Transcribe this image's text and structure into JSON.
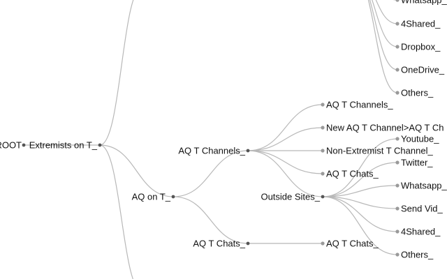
{
  "tree": {
    "root": "ROOT",
    "nodes": [
      {
        "id": "extremists",
        "label": "Extremists on T_",
        "parent": "root"
      },
      {
        "id": "top_hidden_1",
        "label": "",
        "parent": "extremists"
      },
      {
        "id": "bottom_hidden_1",
        "label": "",
        "parent": "extremists"
      },
      {
        "id": "aq_on_t",
        "label": "AQ on T_",
        "parent": "extremists"
      },
      {
        "id": "aq_t_channels",
        "label": "AQ T Channels_",
        "parent": "aq_on_t"
      },
      {
        "id": "aq_t_chats_mid",
        "label": "AQ T Chats_",
        "parent": "aq_on_t"
      },
      {
        "id": "leaf_aq_t_channels",
        "label": "AQ T Channels_",
        "parent": "aq_t_channels"
      },
      {
        "id": "leaf_new_aq",
        "label": "New AQ T Channel>AQ T Ch",
        "parent": "aq_t_channels"
      },
      {
        "id": "leaf_non_extremist",
        "label": "Non-Extremist T Channel_",
        "parent": "aq_t_channels"
      },
      {
        "id": "leaf_aq_t_chats_a",
        "label": "AQ T Chats_",
        "parent": "aq_t_channels"
      },
      {
        "id": "outside_sites",
        "label": "Outside Sites_",
        "parent": "aq_t_channels"
      },
      {
        "id": "leaf_youtube",
        "label": "Youtube_",
        "parent": "outside_sites"
      },
      {
        "id": "leaf_twitter",
        "label": "Twitter_",
        "parent": "outside_sites"
      },
      {
        "id": "leaf_whatsapp_b",
        "label": "Whatsapp_",
        "parent": "outside_sites"
      },
      {
        "id": "leaf_sendvid",
        "label": "Send Vid_",
        "parent": "outside_sites"
      },
      {
        "id": "leaf_4shared_b",
        "label": "4Shared_",
        "parent": "outside_sites"
      },
      {
        "id": "leaf_others_b",
        "label": "Others_",
        "parent": "outside_sites"
      },
      {
        "id": "leaf_aq_t_chats_b",
        "label": "AQ T Chats_",
        "parent": "aq_t_chats_mid"
      },
      {
        "id": "leaf_whatsapp_top",
        "label": "Whatsapp_",
        "parent": "top_hidden_1"
      },
      {
        "id": "leaf_4shared_top",
        "label": "4Shared_",
        "parent": "top_hidden_1"
      },
      {
        "id": "leaf_dropbox_top",
        "label": "Dropbox_",
        "parent": "top_hidden_1"
      },
      {
        "id": "leaf_onedrive_top",
        "label": "OneDrive_",
        "parent": "top_hidden_1"
      },
      {
        "id": "leaf_others_top",
        "label": "Others_",
        "parent": "top_hidden_1"
      }
    ]
  },
  "colors": {
    "link": "#b8b8b8",
    "node": "#555555",
    "leaf": "#9a9a9a",
    "text": "#111111"
  }
}
